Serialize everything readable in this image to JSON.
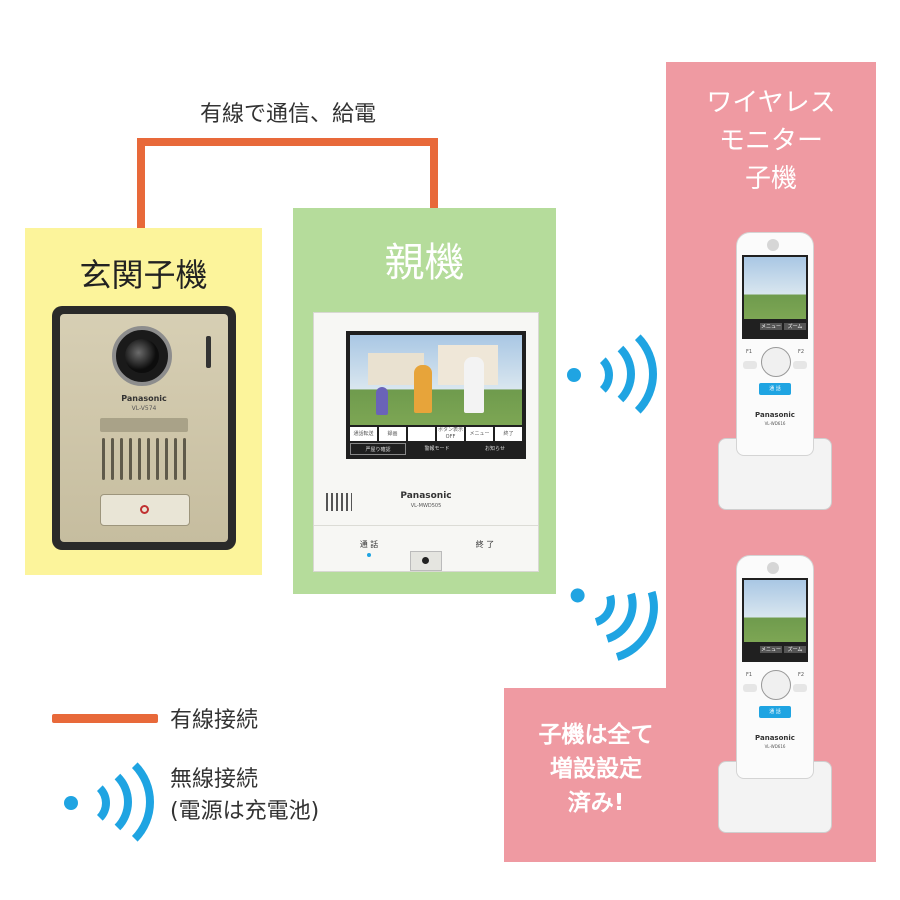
{
  "wired_caption": "有線で通信、給電",
  "entrance": {
    "title": "玄関子機",
    "brand": "Panasonic",
    "model": "VL-V574"
  },
  "master": {
    "title": "親機",
    "brand": "Panasonic",
    "model": "VL-MWD505",
    "screen_buttons": [
      "通話転送",
      "録画",
      "",
      "ボタン表示OFF",
      "メニュー",
      "終了"
    ],
    "soft_keys": [
      "严屋り確認",
      "警報モード",
      "お知らせ"
    ],
    "talk_label": "通 話",
    "end_label": "終 了"
  },
  "wireless_title": [
    "ワイヤレス",
    "モニター",
    "子機"
  ],
  "handset": {
    "brand": "Panasonic",
    "model": "VL-WD616",
    "menu": "メニュー",
    "zoom": "ズーム",
    "f1": "F1",
    "f2": "F2",
    "talk": "通 話"
  },
  "note": [
    "子機は全て",
    "増設設定",
    "済み!"
  ],
  "legend": {
    "wired": "有線接続",
    "wireless_1": "無線接続",
    "wireless_2": "(電源は充電池)"
  },
  "colors": {
    "wired": "#e8693a",
    "wireless": "#1fa4e2",
    "entrance_bg": "#fcf49b",
    "master_bg": "#b5dc9b",
    "wireless_bg": "#ef9aa2"
  }
}
